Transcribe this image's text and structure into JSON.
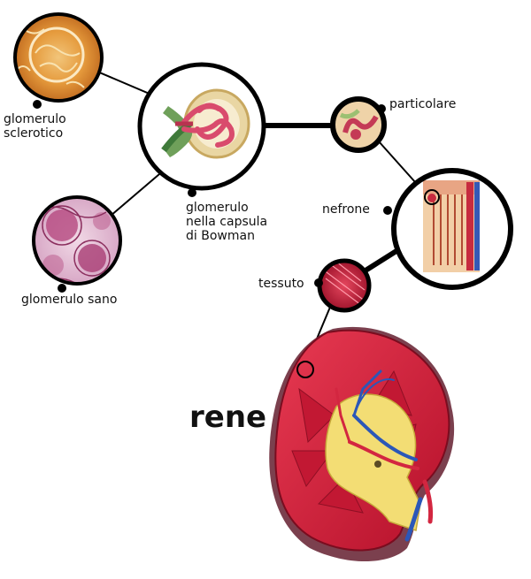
{
  "diagram": {
    "labels": {
      "glomerulo_sclerotico": "glomerulo\nsclerotico",
      "glomerulo_sano": "glomerulo sano",
      "glomerulo_capsula": "glomerulo\nnella capsula\ndi Bowman",
      "particolare": "particolare",
      "nefrone": "nefrone",
      "tessuto": "tessuto",
      "rene": "rene"
    },
    "colors": {
      "outline": "#000000",
      "kidney_red": "#d81f3c",
      "kidney_dark": "#8b0f24",
      "yellow_fat": "#f3dd74",
      "vessel_blue": "#2b57b8",
      "sclerotic_orange": "#e49a3c",
      "healthy_pink": "#c47aa6"
    }
  }
}
